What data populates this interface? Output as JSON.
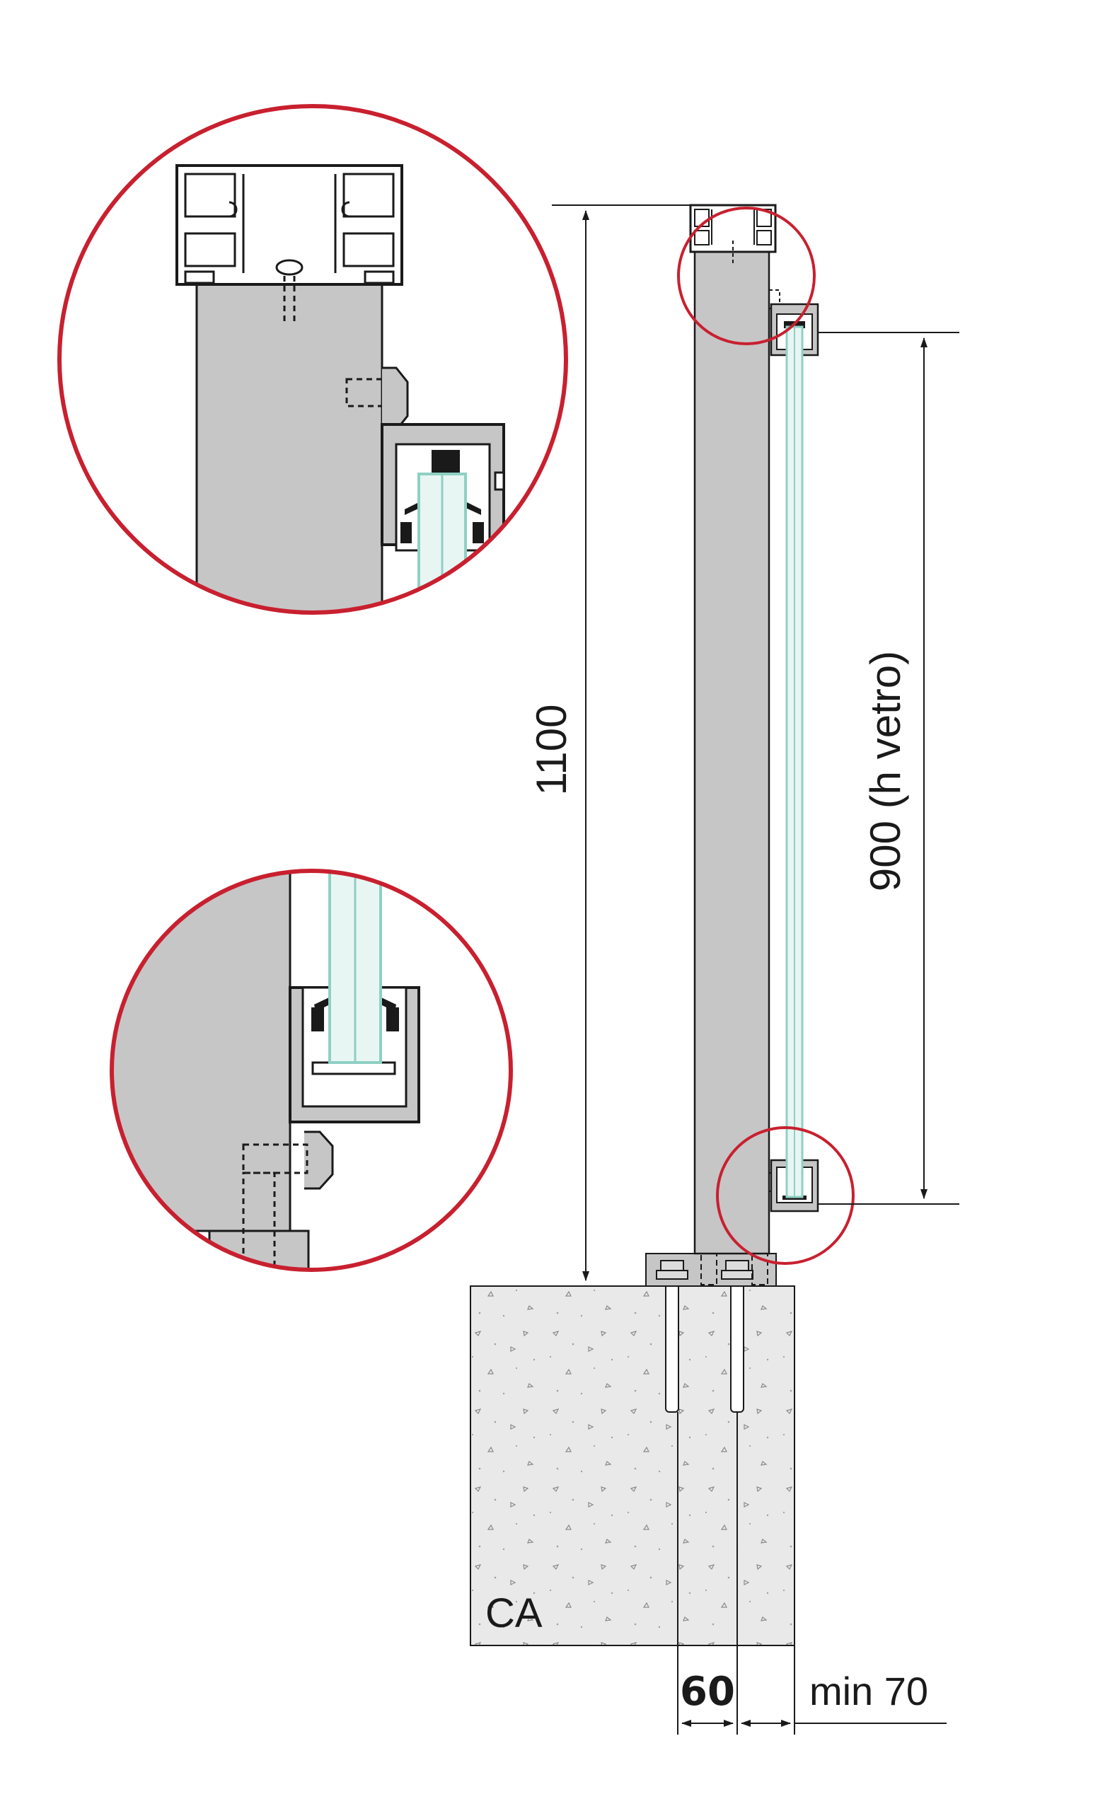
{
  "dimensions": {
    "total_height": "1100",
    "glass_height": "900  (h vetro)",
    "anchor_spacing": "60",
    "edge_distance": "min 70"
  },
  "foundation": {
    "label": "CA"
  },
  "colors": {
    "detail_circle": "#c8202f",
    "post_fill": "#c6c6c6",
    "glass": "#8fd0c4",
    "concrete": "#e9e9e9",
    "line": "#1a1a1a"
  }
}
